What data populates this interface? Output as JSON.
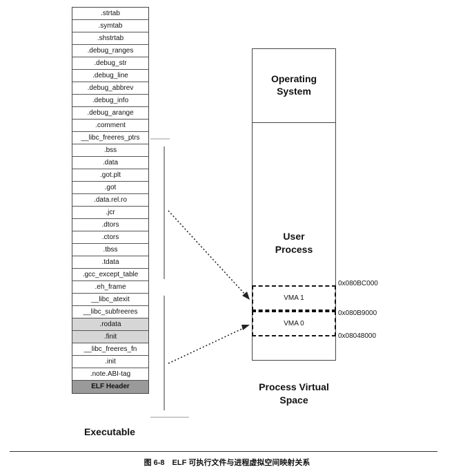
{
  "sections": [
    {
      "label": ".strtab",
      "shade": "none"
    },
    {
      "label": ".symtab",
      "shade": "none"
    },
    {
      "label": ".shstrtab",
      "shade": "none"
    },
    {
      "label": ".debug_ranges",
      "shade": "none"
    },
    {
      "label": ".debug_str",
      "shade": "none"
    },
    {
      "label": ".debug_line",
      "shade": "none"
    },
    {
      "label": ".debug_abbrev",
      "shade": "none"
    },
    {
      "label": ".debug_info",
      "shade": "none"
    },
    {
      "label": ".debug_arange",
      "shade": "none"
    },
    {
      "label": ".comment",
      "shade": "none"
    },
    {
      "label": "__libc_freeres_ptrs",
      "shade": "none"
    },
    {
      "label": ".bss",
      "shade": "none"
    },
    {
      "label": ".data",
      "shade": "none"
    },
    {
      "label": ".got.plt",
      "shade": "none"
    },
    {
      "label": ".got",
      "shade": "none"
    },
    {
      "label": ".data.rel.ro",
      "shade": "none"
    },
    {
      "label": ".jcr",
      "shade": "none"
    },
    {
      "label": ".dtors",
      "shade": "none"
    },
    {
      "label": ".ctors",
      "shade": "none"
    },
    {
      "label": ".tbss",
      "shade": "none"
    },
    {
      "label": ".tdata",
      "shade": "none"
    },
    {
      "label": ".gcc_except_table",
      "shade": "none"
    },
    {
      "label": ".eh_frame",
      "shade": "none"
    },
    {
      "label": "__libc_atexit",
      "shade": "none"
    },
    {
      "label": "__libc_subfreeres",
      "shade": "none"
    },
    {
      "label": ".rodata",
      "shade": "gray"
    },
    {
      "label": ".finit",
      "shade": "gray"
    },
    {
      "label": "__libc_freeres_fn",
      "shade": "none"
    },
    {
      "label": ".init",
      "shade": "none"
    },
    {
      "label": ".note.ABI-tag",
      "shade": "none"
    },
    {
      "label": "ELF Header",
      "shade": "dark"
    }
  ],
  "executable_label": "Executable",
  "process": {
    "os_label": "Operating\nSystem",
    "user_label": "User\nProcess",
    "vma1_label": "VMA 1",
    "vma0_label": "VMA 0",
    "addr_top": "0x080BC000",
    "addr_mid": "0x080B9000",
    "addr_bottom": "0x08048000",
    "title": "Process Virtual\nSpace"
  },
  "caption": "图 6-8　ELF 可执行文件与进程虚拟空间映射关系"
}
